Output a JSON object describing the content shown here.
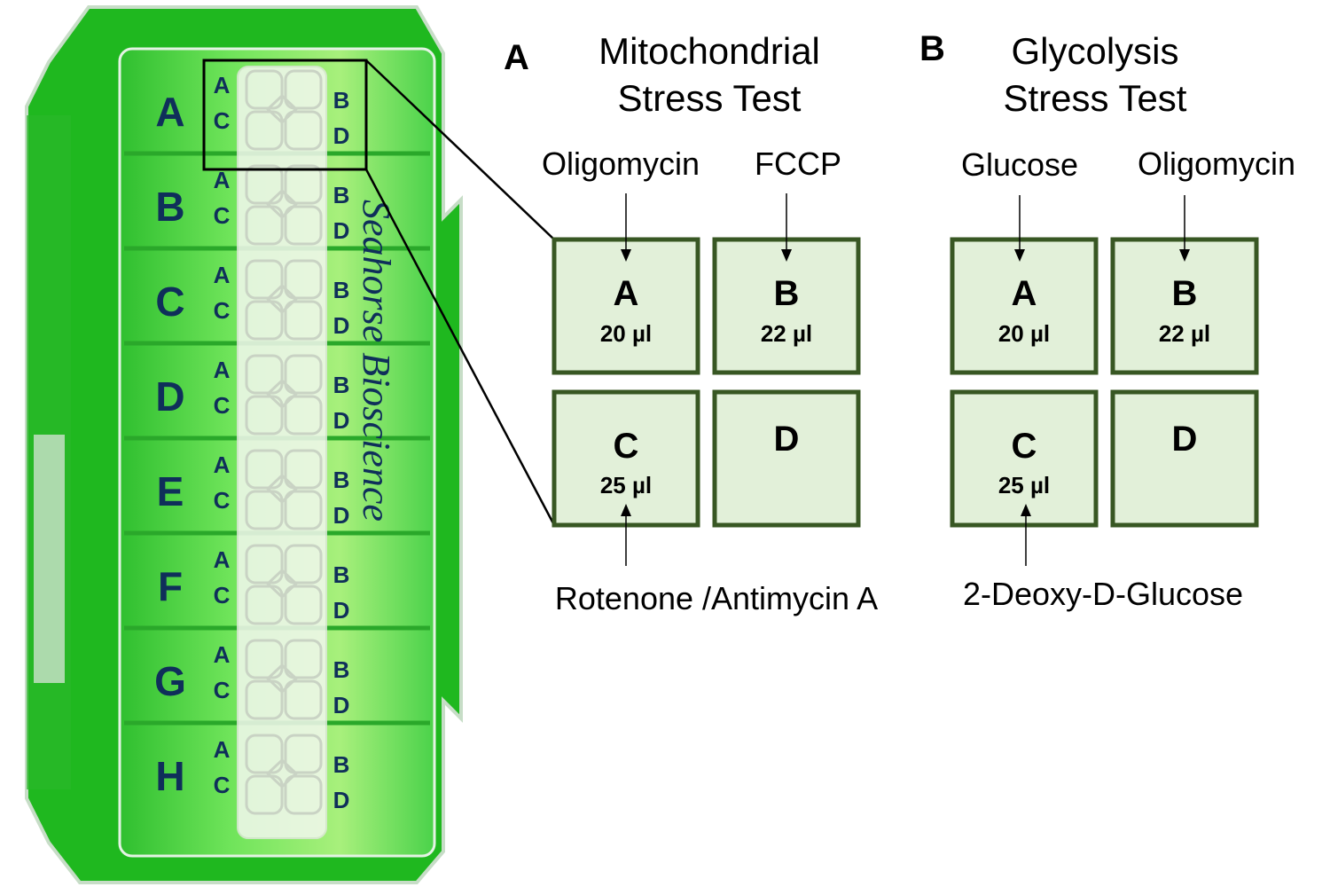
{
  "panel_a": {
    "letter": "A",
    "title_line1": "Mitochondrial",
    "title_line2": "Stress Test",
    "port_a": {
      "letter": "A",
      "volume": "20 µl",
      "compound": "Oligomycin"
    },
    "port_b": {
      "letter": "B",
      "volume": "22 µl",
      "compound": "FCCP"
    },
    "port_c": {
      "letter": "C",
      "volume": "25 µl",
      "compound": "Rotenone /Antimycin A"
    },
    "port_d": {
      "letter": "D"
    }
  },
  "panel_b": {
    "letter": "B",
    "title_line1": "Glycolysis",
    "title_line2": "Stress Test",
    "port_a": {
      "letter": "A",
      "volume": "20 µl",
      "compound": "Glucose"
    },
    "port_b": {
      "letter": "B",
      "volume": "22 µl",
      "compound": "Oligomycin"
    },
    "port_c": {
      "letter": "C",
      "volume": "25 µl",
      "compound": "2-Deoxy-D-Glucose"
    },
    "port_d": {
      "letter": "D"
    }
  },
  "cartridge": {
    "brand": "Seahorse Bioscience",
    "row_letters": [
      "A",
      "B",
      "C",
      "D",
      "E",
      "F",
      "G",
      "H"
    ],
    "port_labels": {
      "upper_left": "A",
      "lower_left": "C",
      "upper_right": "B",
      "lower_right": "D"
    },
    "colors": {
      "green": "#3ccf3c",
      "light_green": "#9ef08a",
      "dark_text": "#0f2f5a"
    }
  },
  "colors": {
    "box_fill": "#e2f0d9",
    "box_stroke": "#385723"
  }
}
